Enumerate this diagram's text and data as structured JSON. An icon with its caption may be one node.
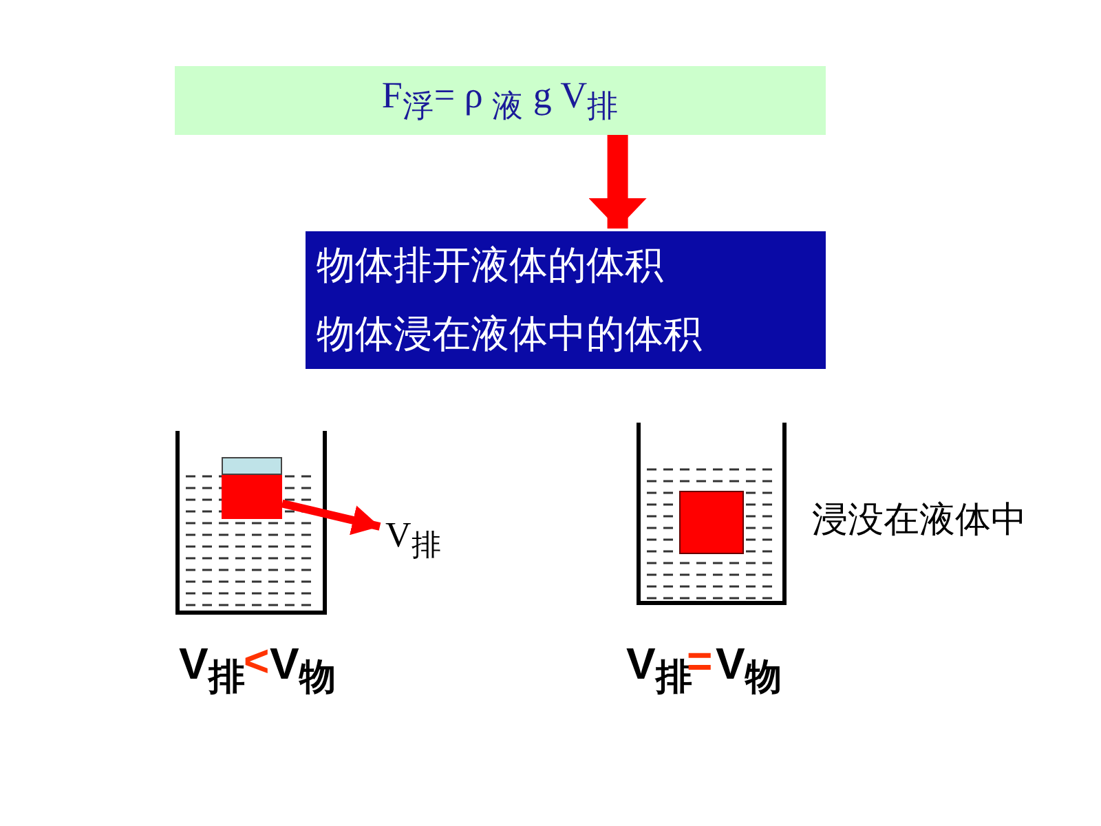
{
  "diagram": {
    "nodes": [
      {
        "text": [
          "F$_{浮}$= ρ $_{液}$ g V$_{排}$"
        ]
      },
      {
        "text": [
          "物体排开液体的体积",
          "物体浸在液体中的体积"
        ]
      },
      {
        "text": [],
        "shape": "box"
      },
      {
        "text": [
          "V$_{排}$"
        ]
      }
    ],
    "edges": [
      {
        "from": 0,
        "to": 1,
        "arrow": "to",
        "style": "thick"
      },
      {
        "from": 2,
        "to": 3,
        "arrow": "to"
      }
    ],
    "labels": [
      "浸没在液体中",
      "V$_{排}$",
      "<",
      "V$_{物}$",
      "V$_{排}$",
      "=",
      "V$_{物}$"
    ]
  }
}
